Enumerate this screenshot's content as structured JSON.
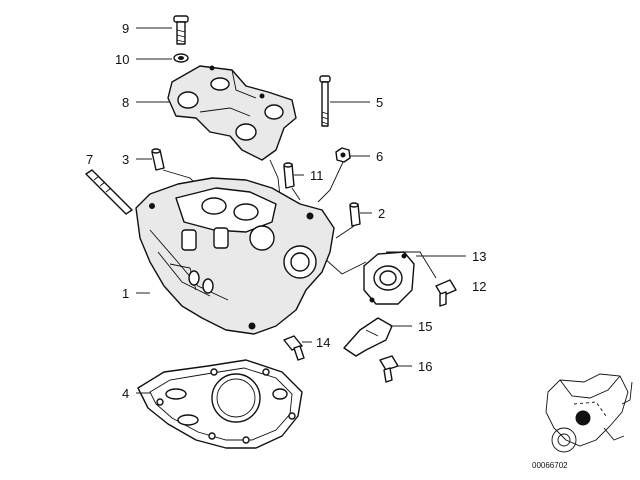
{
  "callouts": {
    "c1": "1",
    "c2": "2",
    "c3": "3",
    "c4": "4",
    "c5": "5",
    "c6": "6",
    "c7": "7",
    "c8": "8",
    "c9": "9",
    "c10": "10",
    "c11": "11",
    "c12": "12",
    "c13": "13",
    "c14": "14",
    "c15": "15",
    "c16": "16"
  },
  "reference_code": "00066702",
  "colors": {
    "line": "#111111",
    "background": "#ffffff",
    "shading": "#e9e9e9"
  }
}
